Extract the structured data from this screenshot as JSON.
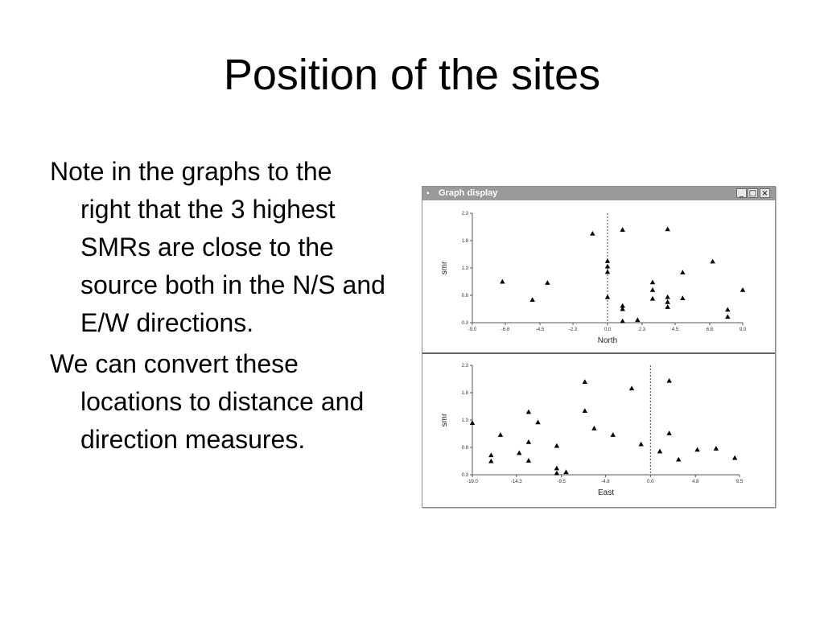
{
  "slide": {
    "title": "Position of the sites",
    "bullets": [
      "Note in the graphs to the right that the 3 highest SMRs are close to the source both in the N/S and E/W directions.",
      "We can convert these locations to distance and direction measures."
    ]
  },
  "window": {
    "title": "Graph display",
    "minimize_label": "_",
    "maximize_label": "□",
    "close_label": "×"
  },
  "chart_data": [
    {
      "type": "scatter",
      "title": "",
      "xlabel": "North",
      "ylabel": "smr",
      "xlim": [
        -9.0,
        9.0
      ],
      "ylim": [
        0.3,
        2.3
      ],
      "xticks": [
        "-9.0",
        "-6.8",
        "-4.5",
        "-2.3",
        "0.0",
        "2.3",
        "4.5",
        "6.8",
        "9.0"
      ],
      "yticks": [
        "2.3",
        "1.8",
        "1.3",
        "0.8",
        "0.3"
      ],
      "reference_line_x": 0.0,
      "marker": "triangle",
      "points": [
        {
          "x": -7.0,
          "y": 1.05
        },
        {
          "x": -5.0,
          "y": 0.72
        },
        {
          "x": -4.0,
          "y": 1.03
        },
        {
          "x": -1.0,
          "y": 1.93
        },
        {
          "x": 0.0,
          "y": 1.43
        },
        {
          "x": 0.0,
          "y": 1.33
        },
        {
          "x": 0.0,
          "y": 1.23
        },
        {
          "x": 0.0,
          "y": 0.77
        },
        {
          "x": 1.0,
          "y": 2.0
        },
        {
          "x": 1.0,
          "y": 0.61
        },
        {
          "x": 1.0,
          "y": 0.55
        },
        {
          "x": 1.0,
          "y": 0.33
        },
        {
          "x": 2.0,
          "y": 0.35
        },
        {
          "x": 3.0,
          "y": 1.04
        },
        {
          "x": 3.0,
          "y": 0.9
        },
        {
          "x": 3.0,
          "y": 0.74
        },
        {
          "x": 4.0,
          "y": 2.01
        },
        {
          "x": 4.0,
          "y": 0.77
        },
        {
          "x": 4.0,
          "y": 0.68
        },
        {
          "x": 4.0,
          "y": 0.59
        },
        {
          "x": 5.0,
          "y": 1.22
        },
        {
          "x": 5.0,
          "y": 0.75
        },
        {
          "x": 7.0,
          "y": 1.42
        },
        {
          "x": 8.0,
          "y": 0.54
        },
        {
          "x": 8.0,
          "y": 0.41
        },
        {
          "x": 9.0,
          "y": 0.9
        }
      ]
    },
    {
      "type": "scatter",
      "title": "",
      "xlabel": "East",
      "ylabel": "smr",
      "xlim": [
        -19.0,
        9.5
      ],
      "ylim": [
        0.3,
        2.3
      ],
      "xticks": [
        "-19.0",
        "-14.3",
        "-9.5",
        "-4.8",
        "0.0",
        "4.8",
        "9.5"
      ],
      "yticks": [
        "2.3",
        "1.8",
        "1.3",
        "0.8",
        "0.3"
      ],
      "reference_line_x": 0.0,
      "marker": "triangle",
      "points": [
        {
          "x": -19.0,
          "y": 1.25
        },
        {
          "x": -17.0,
          "y": 0.66
        },
        {
          "x": -17.0,
          "y": 0.55
        },
        {
          "x": -16.0,
          "y": 1.03
        },
        {
          "x": -14.0,
          "y": 0.7
        },
        {
          "x": -13.0,
          "y": 1.45
        },
        {
          "x": -13.0,
          "y": 0.9
        },
        {
          "x": -13.0,
          "y": 0.56
        },
        {
          "x": -12.0,
          "y": 1.26
        },
        {
          "x": -10.0,
          "y": 0.83
        },
        {
          "x": -10.0,
          "y": 0.42
        },
        {
          "x": -10.0,
          "y": 0.33
        },
        {
          "x": -9.0,
          "y": 0.35
        },
        {
          "x": -7.0,
          "y": 2.0
        },
        {
          "x": -7.0,
          "y": 1.47
        },
        {
          "x": -6.0,
          "y": 1.15
        },
        {
          "x": -4.0,
          "y": 1.03
        },
        {
          "x": -2.0,
          "y": 1.88
        },
        {
          "x": -1.0,
          "y": 0.86
        },
        {
          "x": 1.0,
          "y": 0.73
        },
        {
          "x": 2.0,
          "y": 2.02
        },
        {
          "x": 2.0,
          "y": 1.06
        },
        {
          "x": 3.0,
          "y": 0.58
        },
        {
          "x": 5.0,
          "y": 0.76
        },
        {
          "x": 7.0,
          "y": 0.78
        },
        {
          "x": 9.0,
          "y": 0.61
        }
      ]
    }
  ]
}
